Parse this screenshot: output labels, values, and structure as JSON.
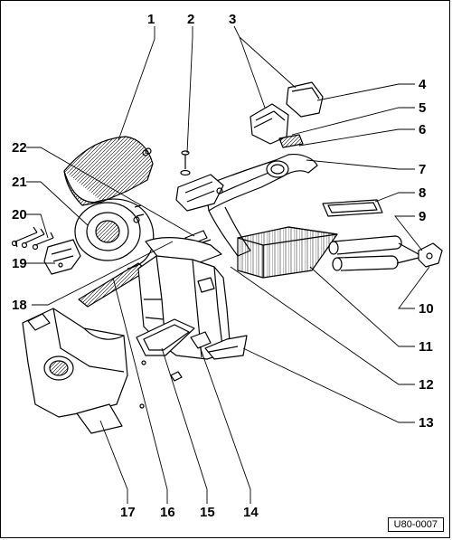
{
  "diagram": {
    "part_numbers": [
      "1",
      "2",
      "3",
      "4",
      "5",
      "6",
      "7",
      "8",
      "9",
      "10",
      "11",
      "12",
      "13",
      "14",
      "15",
      "16",
      "17",
      "18",
      "19",
      "20",
      "21",
      "22"
    ],
    "doc_id": "U80-0007"
  }
}
